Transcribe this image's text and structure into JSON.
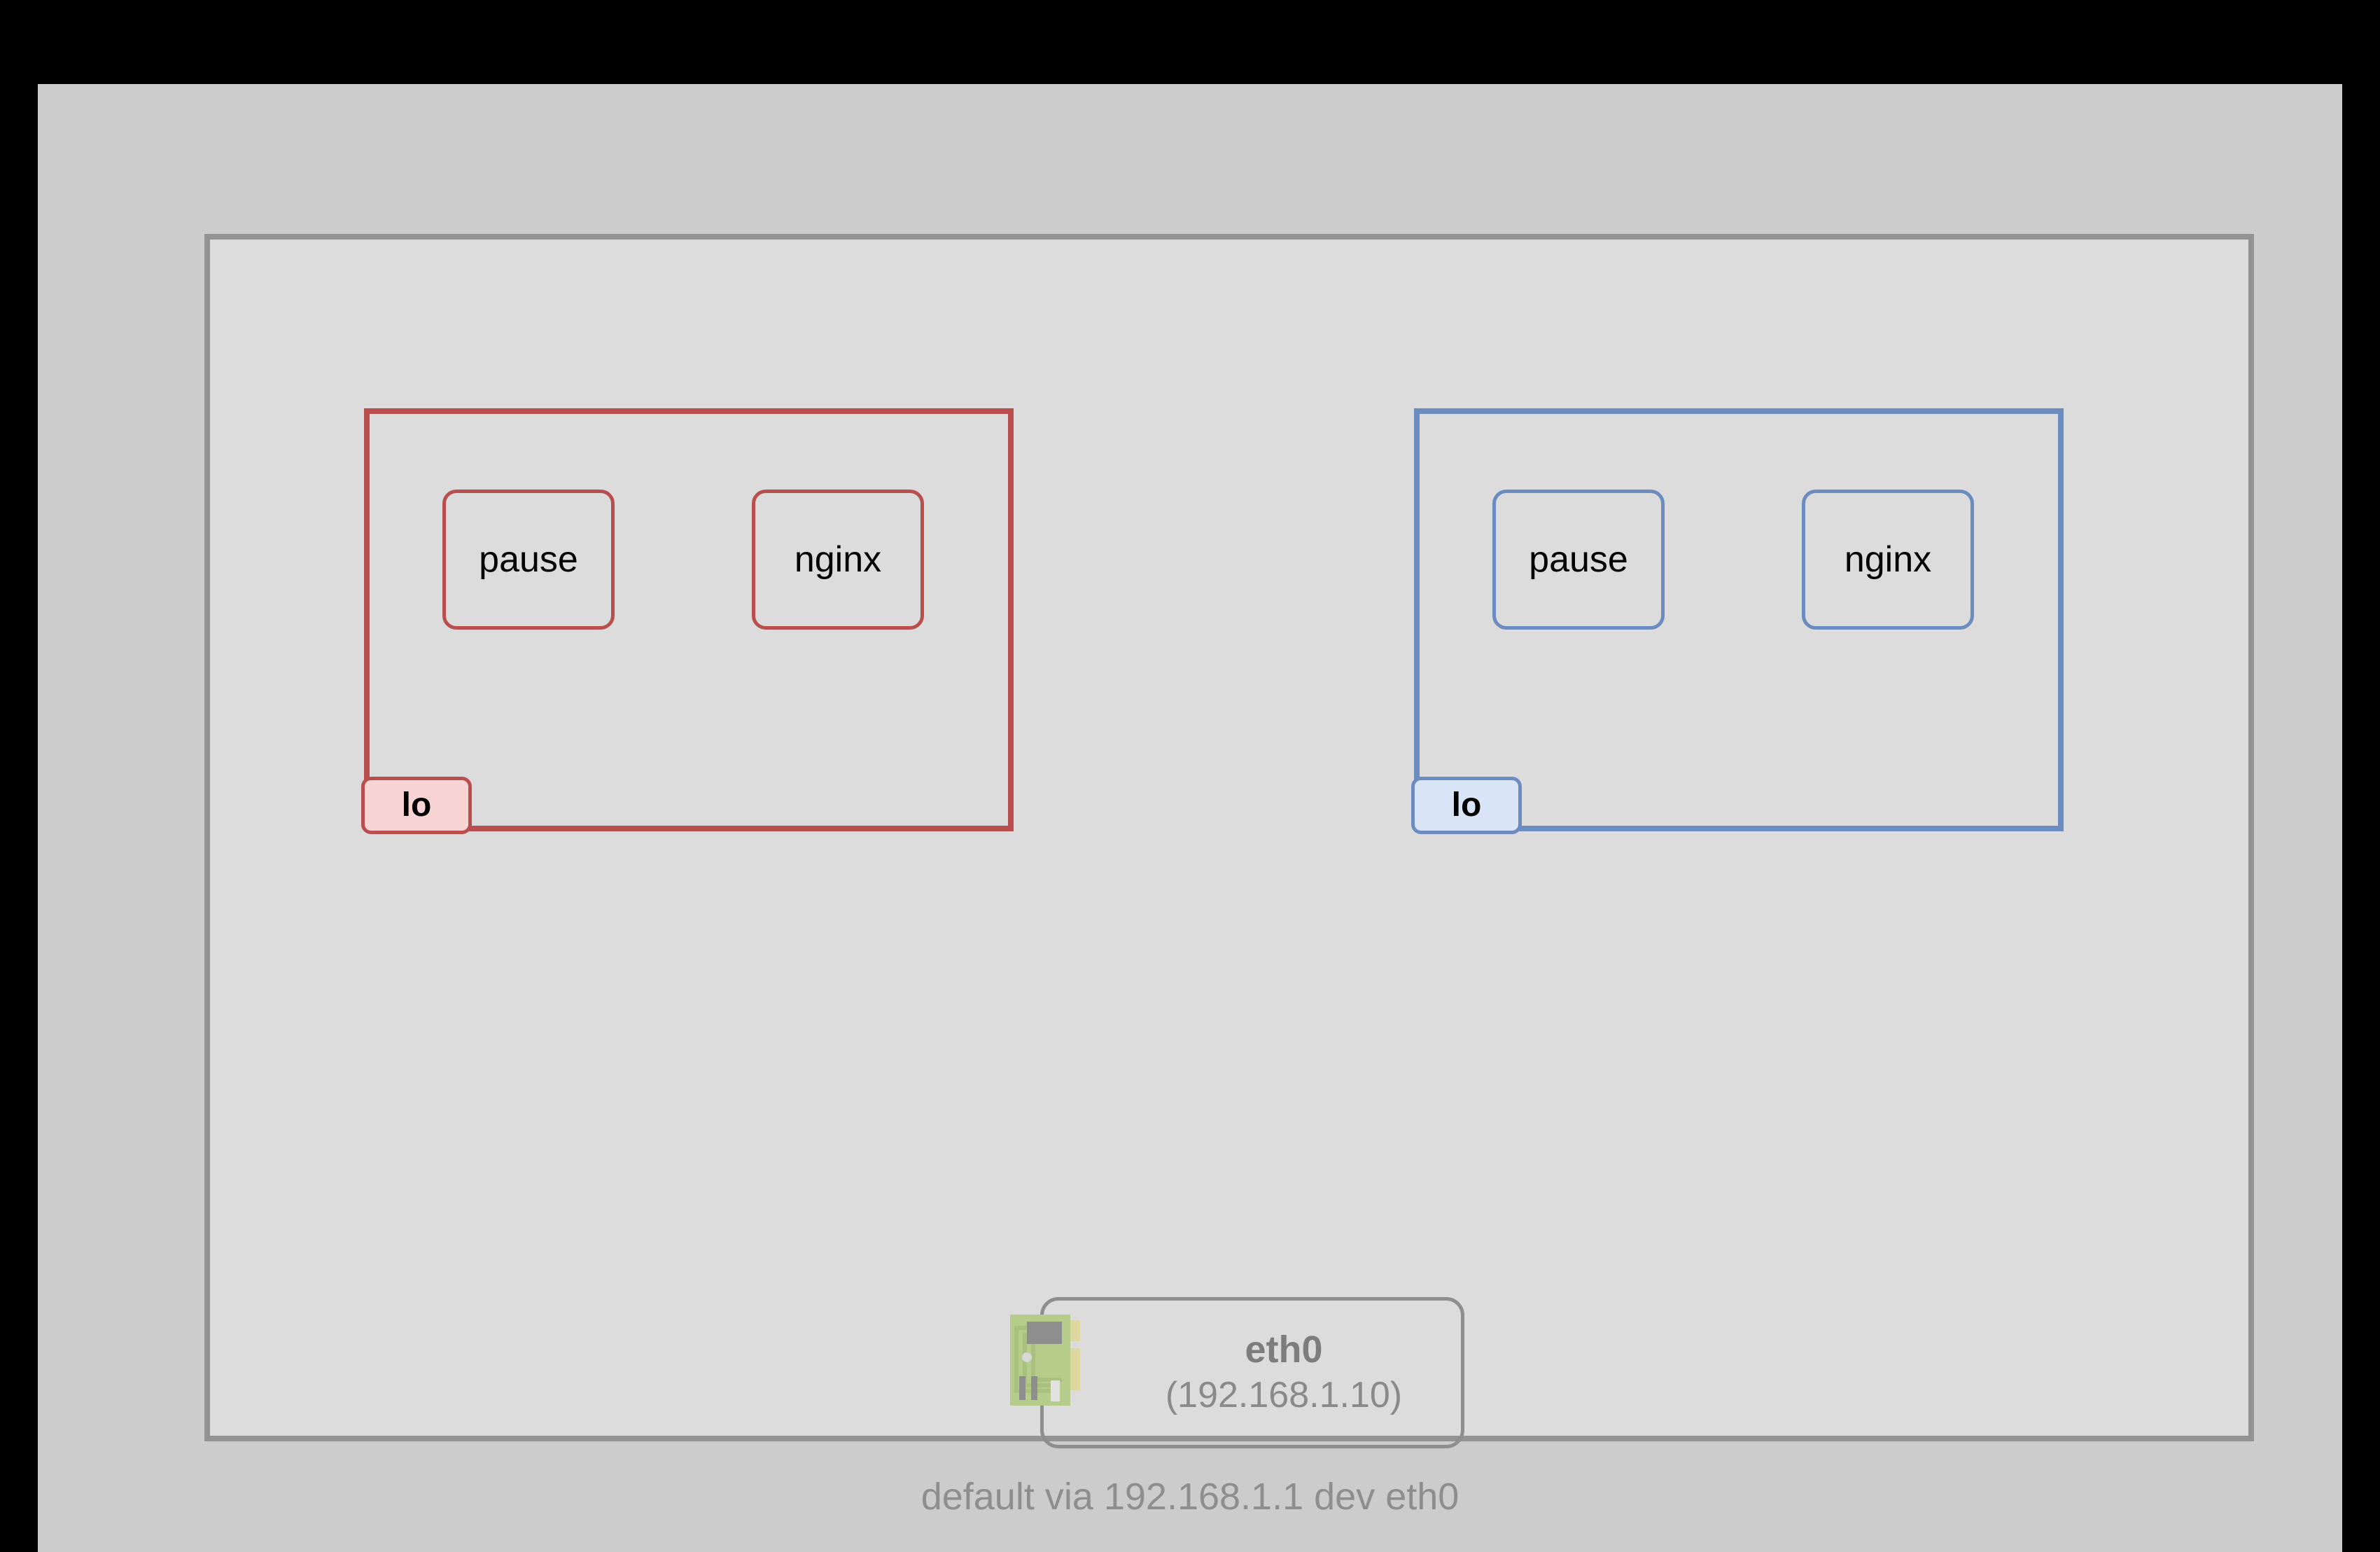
{
  "diagram": {
    "title": "network-namespace-topology",
    "colors": {
      "page_background": "#cccccc",
      "letterbox": "#000000",
      "host_fill": "#dcdcdc",
      "host_border": "#939393",
      "namespace_red": "#b94e4e",
      "namespace_blue": "#6c8cbf",
      "lo_badge_red_fill": "#f9d4d4",
      "lo_badge_blue_fill": "#d9e5f7",
      "nic_board_green": "#b6cc8b",
      "nic_chip_gray": "#8e8e8e",
      "nic_tab_gold": "#ded8a0",
      "muted_text": "#8e8e8e"
    }
  },
  "namespaces": [
    {
      "id": "ns-red",
      "color": "#b94e4e",
      "containers": [
        {
          "name": "pause"
        },
        {
          "name": "nginx"
        }
      ],
      "interface": {
        "name": "lo"
      }
    },
    {
      "id": "ns-blue",
      "color": "#6c8cbf",
      "containers": [
        {
          "name": "pause"
        },
        {
          "name": "nginx"
        }
      ],
      "interface": {
        "name": "lo"
      }
    }
  ],
  "host_interface": {
    "icon": "network-card-icon",
    "name": "eth0",
    "address": "(192.168.1.10)"
  },
  "route": {
    "text": "default via 192.168.1.1 dev eth0"
  }
}
